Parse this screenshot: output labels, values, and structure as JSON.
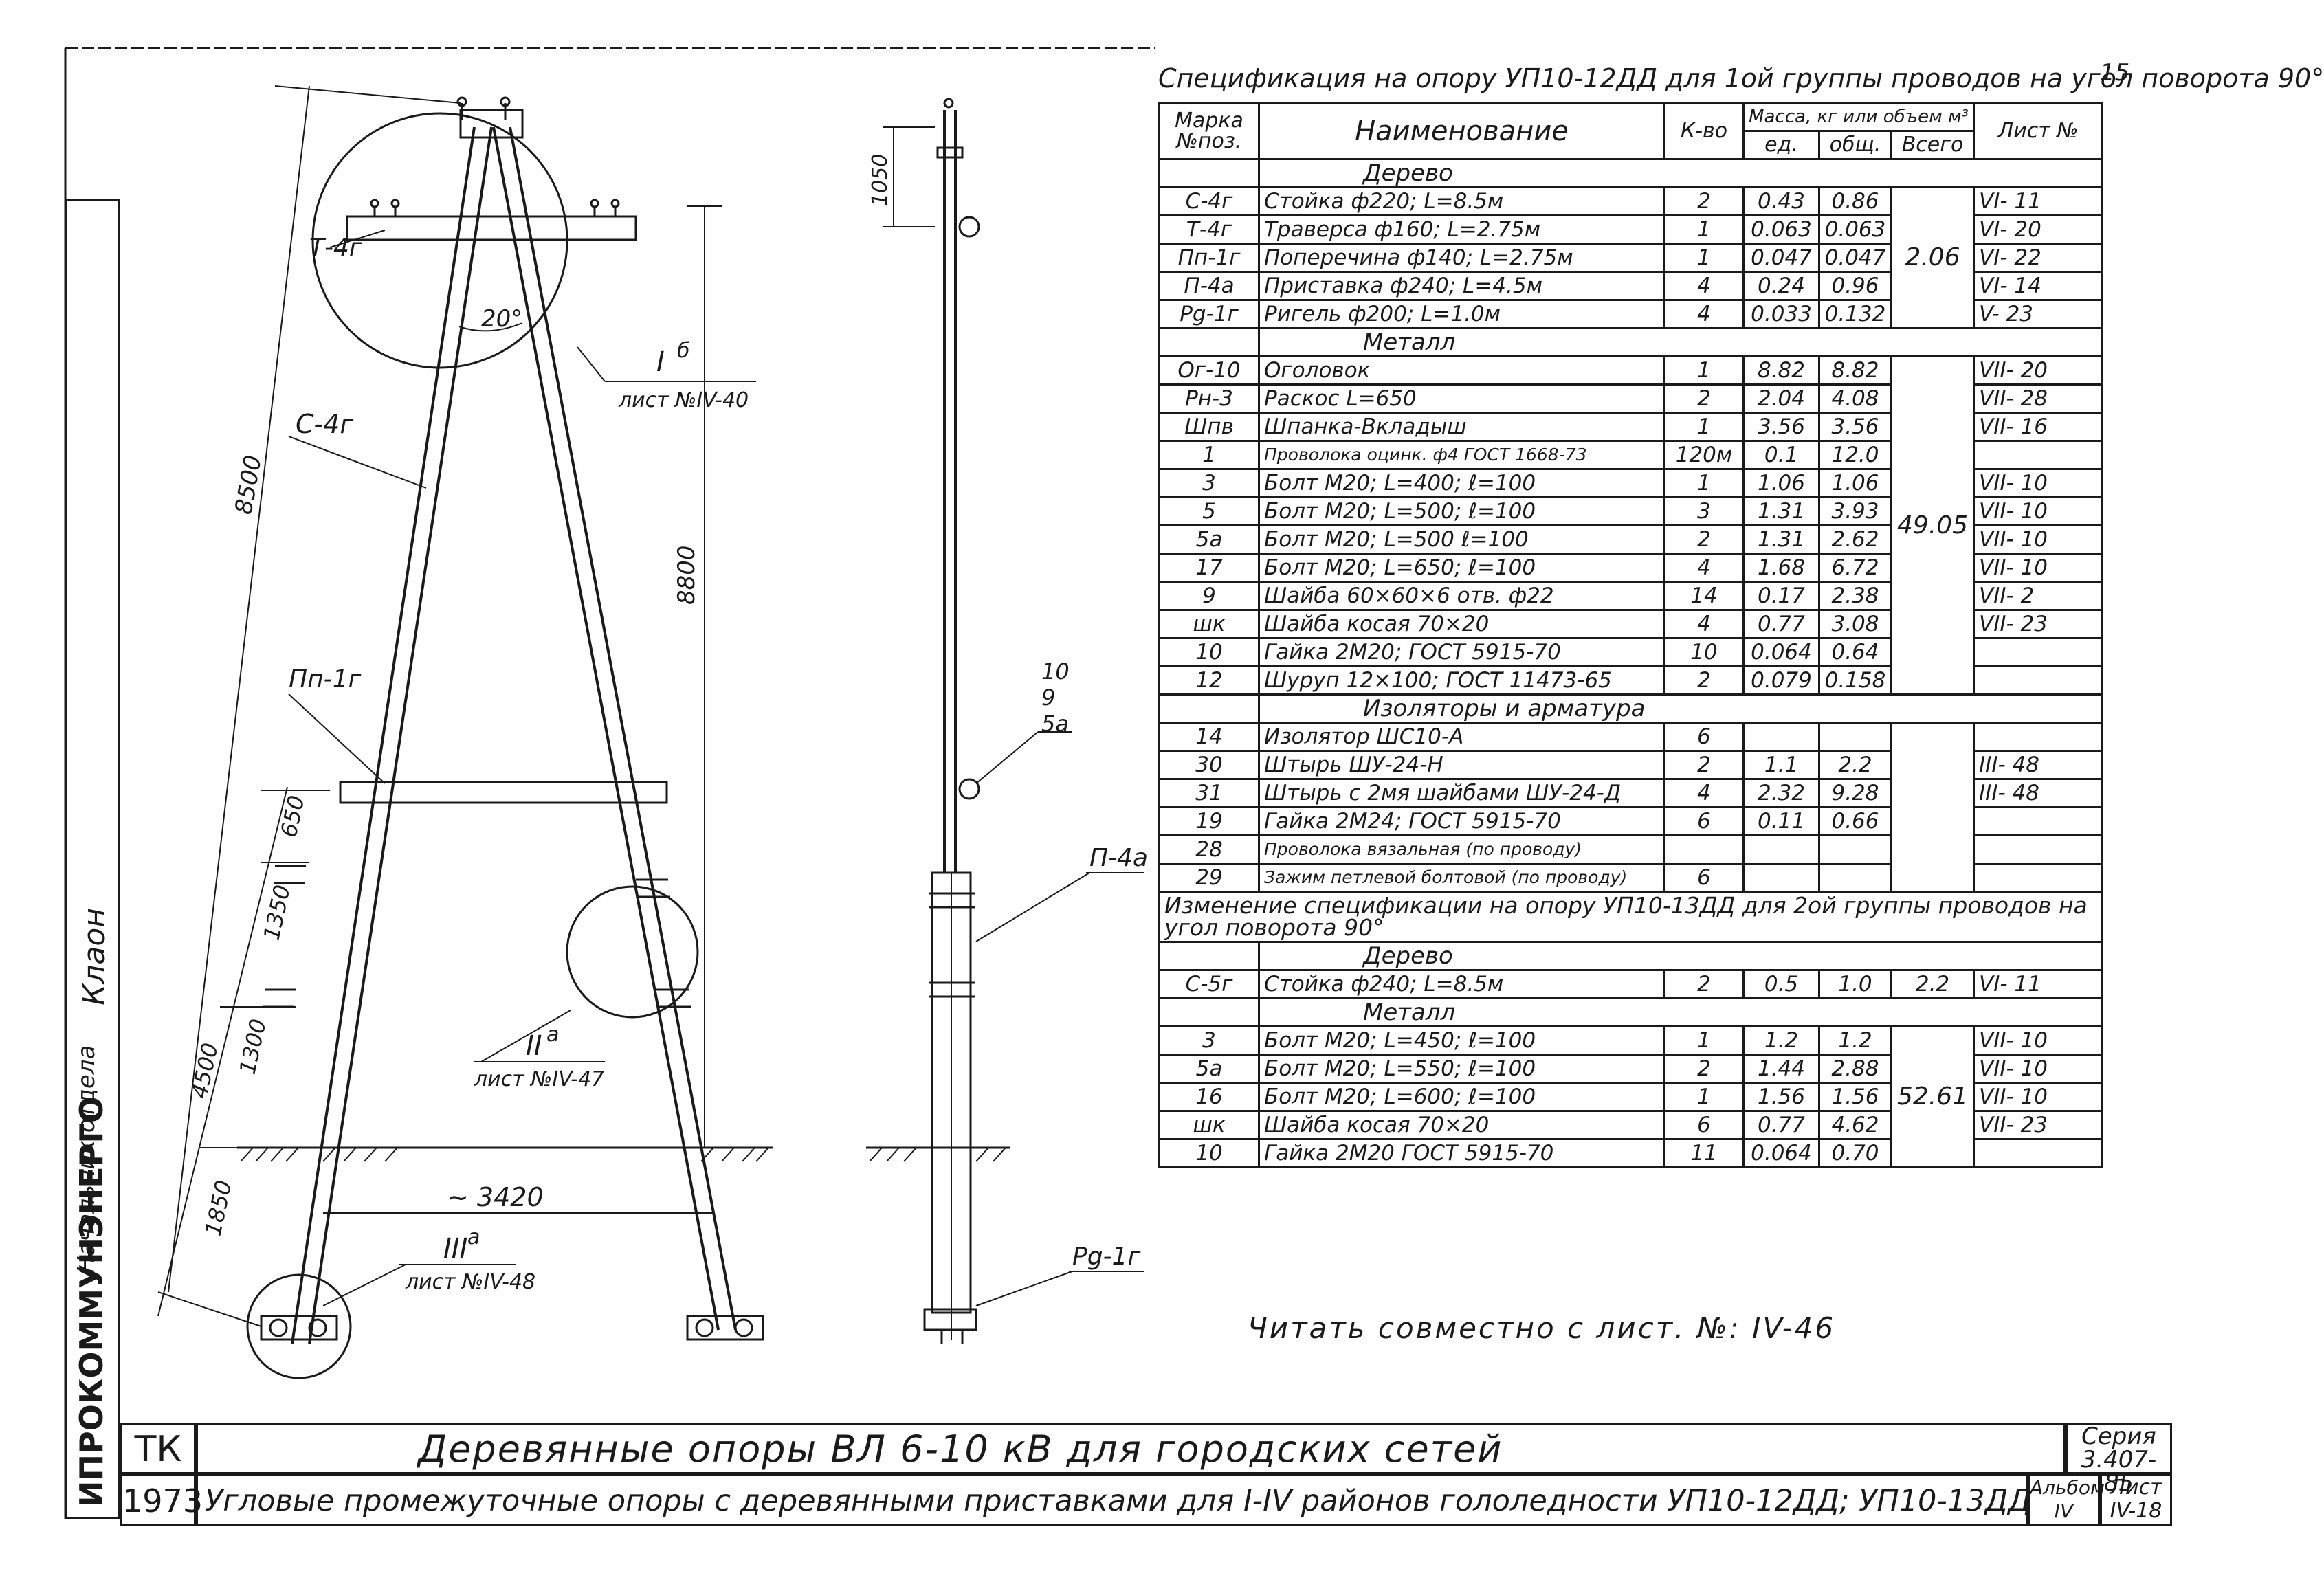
{
  "drawing_labels": {
    "traverse_mark": "Т-4г",
    "angle": "20°",
    "node_1_mark": "I",
    "node_1_sup": "б",
    "node_1_ref": "лист №IV-40",
    "post_mark": "С-4г",
    "total_height": "8500",
    "above_ground_height": "8800",
    "crossbar_mark": "Пп-1г",
    "dim_650": "650",
    "dim_1350": "1350",
    "dim_1300": "1300",
    "dim_4500": "4500",
    "dim_1850": "1850",
    "base_width": "~ 3420",
    "node_2_mark": "II",
    "node_2_sup": "а",
    "node_2_ref": "лист №IV-47",
    "node_3_mark": "III",
    "node_3_sup": "а",
    "node_3_ref": "лист №IV-48",
    "side_top_dim": "1050",
    "side_refs": [
      "10",
      "9",
      "5а"
    ],
    "extension_mark": "П-4а",
    "crossbeam_mark": "Рg-1г"
  },
  "spec": {
    "title": "Спецификация на опору УП10-12ДД для 1ой группы проводов на угол поворота 90°",
    "corner": "15",
    "headers": {
      "mark": "Марка №поз.",
      "name": "Наименование",
      "qty": "К-во",
      "mass": "Масса, кг или объем м³",
      "unit": "ед.",
      "total": "общ.",
      "all": "Всего",
      "sheet": "Лист №"
    },
    "sections": [
      {
        "name": "Дерево",
        "total": "2.06",
        "rows": [
          {
            "mark": "С-4г",
            "name": "Стойка ф220; L=8.5м",
            "qty": "2",
            "unit": "0.43",
            "total": "0.86",
            "sheet": "VI- 11"
          },
          {
            "mark": "Т-4г",
            "name": "Траверса ф160; L=2.75м",
            "qty": "1",
            "unit": "0.063",
            "total": "0.063",
            "sheet": "VI- 20"
          },
          {
            "mark": "Пп-1г",
            "name": "Поперечина ф140; L=2.75м",
            "qty": "1",
            "unit": "0.047",
            "total": "0.047",
            "sheet": "VI- 22"
          },
          {
            "mark": "П-4а",
            "name": "Приставка ф240; L=4.5м",
            "qty": "4",
            "unit": "0.24",
            "total": "0.96",
            "sheet": "VI- 14"
          },
          {
            "mark": "Рg-1г",
            "name": "Ригель ф200; L=1.0м",
            "qty": "4",
            "unit": "0.033",
            "total": "0.132",
            "sheet": "V- 23"
          }
        ]
      },
      {
        "name": "Металл",
        "total": "49.05",
        "rows": [
          {
            "mark": "Ог-10",
            "name": "Оголовок",
            "qty": "1",
            "unit": "8.82",
            "total": "8.82",
            "sheet": "VII- 20"
          },
          {
            "mark": "Рн-3",
            "name": "Раскос L=650",
            "qty": "2",
            "unit": "2.04",
            "total": "4.08",
            "sheet": "VII- 28"
          },
          {
            "mark": "Шпв",
            "name": "Шпанка-Вкладыш",
            "qty": "1",
            "unit": "3.56",
            "total": "3.56",
            "sheet": "VII- 16"
          },
          {
            "mark": "1",
            "name": "Проволока оцинк. ф4 ГОСТ 1668-73",
            "qty": "120м",
            "unit": "0.1",
            "total": "12.0",
            "sheet": ""
          },
          {
            "mark": "3",
            "name": "Болт М20; L=400; ℓ=100",
            "qty": "1",
            "unit": "1.06",
            "total": "1.06",
            "sheet": "VII- 10"
          },
          {
            "mark": "5",
            "name": "Болт М20; L=500; ℓ=100",
            "qty": "3",
            "unit": "1.31",
            "total": "3.93",
            "sheet": "VII- 10"
          },
          {
            "mark": "5а",
            "name": "Болт М20; L=500 ℓ=100",
            "qty": "2",
            "unit": "1.31",
            "total": "2.62",
            "sheet": "VII- 10"
          },
          {
            "mark": "17",
            "name": "Болт М20; L=650; ℓ=100",
            "qty": "4",
            "unit": "1.68",
            "total": "6.72",
            "sheet": "VII- 10"
          },
          {
            "mark": "9",
            "name": "Шайба 60×60×6 отв. ф22",
            "qty": "14",
            "unit": "0.17",
            "total": "2.38",
            "sheet": "VII- 2"
          },
          {
            "mark": "шк",
            "name": "Шайба косая 70×20",
            "qty": "4",
            "unit": "0.77",
            "total": "3.08",
            "sheet": "VII- 23"
          },
          {
            "mark": "10",
            "name": "Гайка 2М20; ГОСТ 5915-70",
            "qty": "10",
            "unit": "0.064",
            "total": "0.64",
            "sheet": ""
          },
          {
            "mark": "12",
            "name": "Шуруп 12×100; ГОСТ 11473-65",
            "qty": "2",
            "unit": "0.079",
            "total": "0.158",
            "sheet": ""
          }
        ]
      },
      {
        "name": "Изоляторы и арматура",
        "total": "",
        "rows": [
          {
            "mark": "14",
            "name": "Изолятор ШС10-А",
            "qty": "6",
            "unit": "",
            "total": "",
            "sheet": ""
          },
          {
            "mark": "30",
            "name": "Штырь ШУ-24-Н",
            "qty": "2",
            "unit": "1.1",
            "total": "2.2",
            "sheet": "III- 48"
          },
          {
            "mark": "31",
            "name": "Штырь с 2мя шайбами ШУ-24-Д",
            "qty": "4",
            "unit": "2.32",
            "total": "9.28",
            "sheet": "III- 48"
          },
          {
            "mark": "19",
            "name": "Гайка 2М24; ГОСТ 5915-70",
            "qty": "6",
            "unit": "0.11",
            "total": "0.66",
            "sheet": ""
          },
          {
            "mark": "28",
            "name": "Проволока вязальная (по проводу)",
            "qty": "",
            "unit": "",
            "total": "",
            "sheet": ""
          },
          {
            "mark": "29",
            "name": "Зажим петлевой болтовой (по проводу)",
            "qty": "6",
            "unit": "",
            "total": "",
            "sheet": ""
          }
        ]
      }
    ],
    "change_note": "Изменение спецификации на опору УП10-13ДД для 2ой группы проводов на угол поворота 90°",
    "change_sections": [
      {
        "name": "Дерево",
        "rows": [
          {
            "mark": "С-5г",
            "name": "Стойка ф240; L=8.5м",
            "qty": "2",
            "unit": "0.5",
            "total": "1.0",
            "all": "2.2",
            "sheet": "VI- 11"
          }
        ]
      },
      {
        "name": "Металл",
        "total": "52.61",
        "rows": [
          {
            "mark": "3",
            "name": "Болт М20; L=450; ℓ=100",
            "qty": "1",
            "unit": "1.2",
            "total": "1.2",
            "sheet": "VII- 10"
          },
          {
            "mark": "5а",
            "name": "Болт М20; L=550; ℓ=100",
            "qty": "2",
            "unit": "1.44",
            "total": "2.88",
            "sheet": "VII- 10"
          },
          {
            "mark": "16",
            "name": "Болт М20; L=600; ℓ=100",
            "qty": "1",
            "unit": "1.56",
            "total": "1.56",
            "sheet": "VII- 10"
          },
          {
            "mark": "шк",
            "name": "Шайба косая 70×20",
            "qty": "6",
            "unit": "0.77",
            "total": "4.62",
            "sheet": "VII- 23"
          },
          {
            "mark": "10",
            "name": "Гайка 2М20 ГОСТ 5915-70",
            "qty": "11",
            "unit": "0.064",
            "total": "0.70",
            "sheet": ""
          }
        ]
      }
    ]
  },
  "read_note": "Читать совместно с лист. №: IV-46",
  "title_block": {
    "code": "ТК",
    "year": "1973",
    "title": "Деревянные опоры ВЛ 6-10 кВ для городских сетей",
    "subtitle": "Угловые промежуточные опоры с деревянными приставками для I-IV районов гололедности УП10-12ДД; УП10-13ДД",
    "series_label": "Серия",
    "series": "3.407-85",
    "album_label": "Альбом",
    "album": "IV",
    "sheet_label": "Лист",
    "sheet": "IV-18"
  },
  "side_stamp": {
    "org": "ИПРОКОММУНЭНЕРГО",
    "role": "Начальник отдела",
    "name": "Клаон"
  }
}
